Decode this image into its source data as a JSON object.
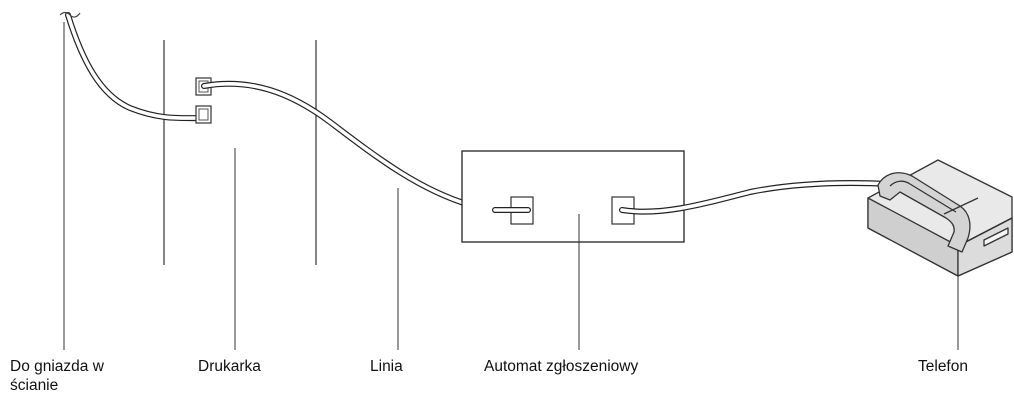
{
  "labels": {
    "wall": "Do gniazda w ścianie",
    "printer": "Drukarka",
    "line": "Linia",
    "answering_machine": "Automat zgłoszeniowy",
    "telephone": "Telefon"
  },
  "colors": {
    "stroke": "#222222",
    "phone_fill": "#e6e6e6"
  }
}
